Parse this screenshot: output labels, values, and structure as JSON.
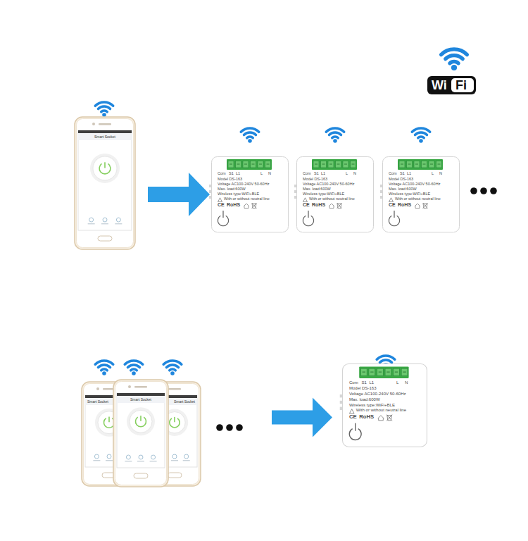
{
  "diagram": {
    "nodes": [
      {
        "text": [
          "Smart Socket"
        ]
      },
      {
        "text": [
          "Com",
          "S1",
          "L1",
          "L",
          "N",
          "Model DS-163",
          "Voltage AC100-240V 50-60Hz",
          "Max. load:600W",
          "Wireless type:WiFi+BLE",
          "With or without neutral line",
          "CE",
          "RoHS"
        ]
      },
      {
        "text": [
          "Com",
          "S1",
          "L1",
          "L",
          "N",
          "Model DS-163",
          "Voltage AC100-240V 50-60Hz",
          "Max. load:600W",
          "Wireless type:WiFi+BLE",
          "With or without neutral line",
          "CE",
          "RoHS"
        ]
      },
      {
        "text": [
          "Com",
          "S1",
          "L1",
          "L",
          "N",
          "Model DS-163",
          "Voltage AC100-240V 50-60Hz",
          "Max. load:600W",
          "Wireless type:WiFi+BLE",
          "With or without neutral line",
          "CE",
          "RoHS"
        ]
      },
      {
        "text": [
          "Smart Socket"
        ]
      },
      {
        "text": [
          "Smart Socket"
        ]
      },
      {
        "text": [
          "Smart Socket"
        ]
      },
      {
        "text": [
          "Com",
          "S1",
          "L1",
          "L",
          "N",
          "Model DS-163",
          "Voltage AC100-240V 50-60Hz",
          "Max. load:600W",
          "Wireless type:WiFi+BLE",
          "With or without neutral line",
          "CE",
          "RoHS"
        ]
      }
    ],
    "edges": [
      {
        "from": 0,
        "to": 1,
        "arrow": "to"
      },
      {
        "from": 6,
        "to": 7,
        "arrow": "to"
      }
    ],
    "labels": [
      "Wi",
      "Fi"
    ]
  }
}
